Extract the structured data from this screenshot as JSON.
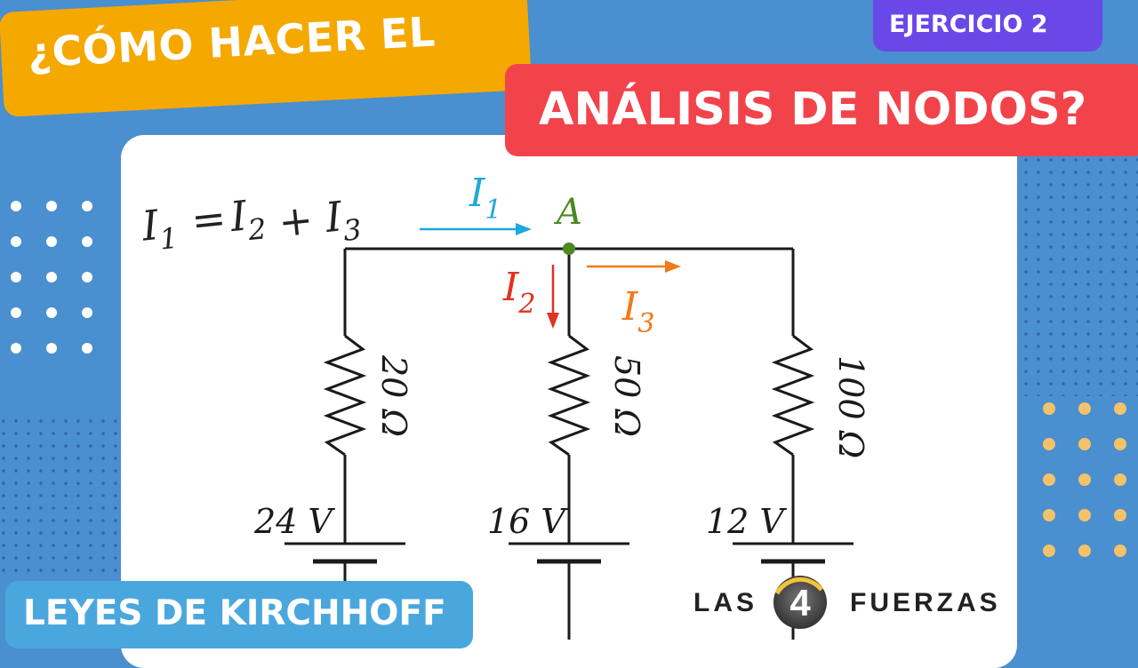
{
  "title_line1": "¿CÓMO HACER EL",
  "title_line2": "ANÁLISIS DE NODOS?",
  "exercise_badge": "EJERCICIO 2",
  "topic_badge": "LEYES DE KIRCHHOFF",
  "brand": {
    "left": "LAS",
    "number": "4",
    "right": "FUERZAS"
  },
  "equation": {
    "lhs": "I1",
    "rhs": "I2 + I3"
  },
  "node_label": "A",
  "currents": {
    "i1": "I1",
    "i2": "I2",
    "i3": "I3"
  },
  "resistors": [
    "20 Ω",
    "50 Ω",
    "100 Ω"
  ],
  "sources": [
    "24 V",
    "16 V",
    "12 V"
  ],
  "colors": {
    "background": "#4a8fcf",
    "yellow": "#f5a800",
    "red": "#f2434b",
    "purple": "#6a48e8",
    "blue_badge": "#4aa7de",
    "i1": "#1fa8dc",
    "i2": "#e0321e",
    "i3": "#f07a1a",
    "node": "#4a8a20",
    "dots_white": "#ffffff",
    "dots_orange": "#f4c26a"
  }
}
